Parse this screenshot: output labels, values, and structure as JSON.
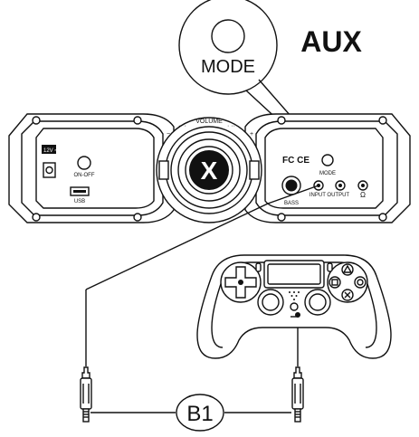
{
  "labels": {
    "mode_callout": "MODE",
    "aux_title": "AUX",
    "volume": "VOLUME",
    "power_rating": "12V ⎓ 2A",
    "on_off": "ON-OFF",
    "usb": "USB",
    "cert_marks": "FC CE",
    "mode_small": "MODE",
    "input_output": "INPUT OUTPUT",
    "headphone_symbol": "Ω",
    "bass": "BASS",
    "center_logo": "X",
    "cable_label": "B1"
  },
  "colors": {
    "line": "#111111",
    "background": "#ffffff"
  },
  "icons": [
    "triangle-button-icon",
    "circle-button-icon",
    "cross-button-icon",
    "square-button-icon",
    "dpad-icon",
    "headphone-icon"
  ]
}
